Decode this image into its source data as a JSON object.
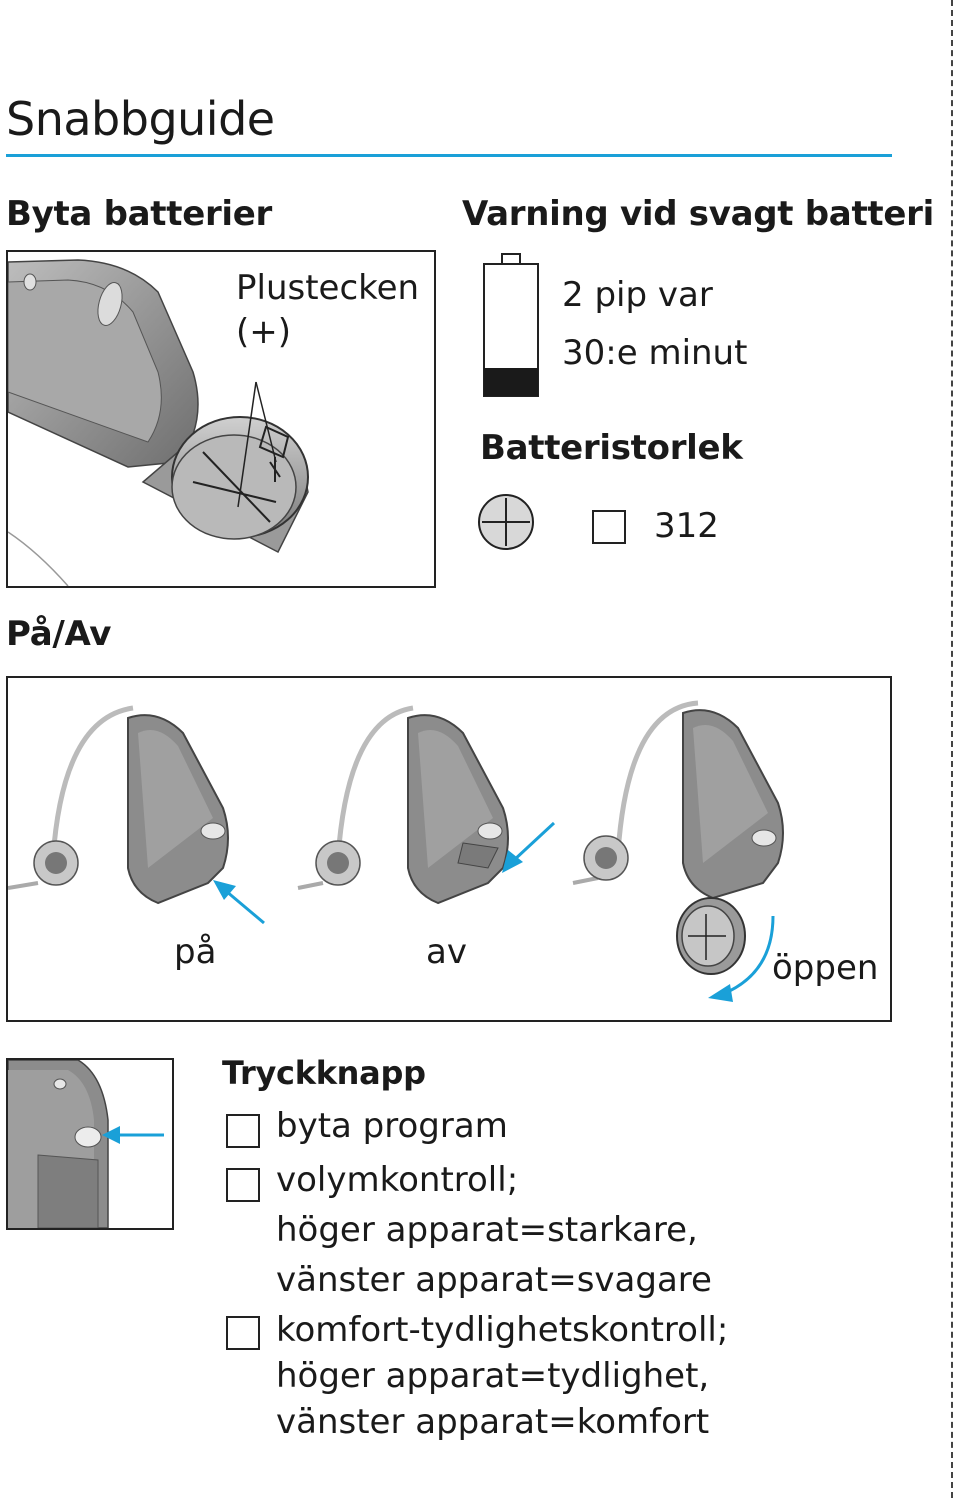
{
  "title": "Snabbguide",
  "battery_change": {
    "heading": "Byta batterier",
    "plus_label_line1": "Plustecken",
    "plus_label_line2": "(+)"
  },
  "low_battery": {
    "heading": "Varning vid svagt batteri",
    "line1": "2 pip var",
    "line2": "30:e minut",
    "size_heading": "Batteristorlek",
    "size_value": "312"
  },
  "on_off": {
    "heading": "På/Av",
    "on_label": "på",
    "off_label": "av",
    "open_label": "öppen"
  },
  "push_button": {
    "heading": "Tryckknapp",
    "items": [
      {
        "lines": [
          "byta program"
        ]
      },
      {
        "lines": [
          "volymkontroll;",
          "höger apparat=starkare,",
          "vänster apparat=svagare"
        ]
      },
      {
        "lines": [
          "komfort-tydlighetskontroll;",
          "höger apparat=tydlighet,",
          "vänster apparat=komfort"
        ]
      }
    ]
  },
  "colors": {
    "accent": "#1aa0d8",
    "device_gray": "#8c8c8c",
    "battery_fill": "#1a1a1a"
  },
  "icons": {
    "battery": "battery-low-icon",
    "battery_size": "battery-plus-icon",
    "arrow": "blue-arrow-icon"
  }
}
